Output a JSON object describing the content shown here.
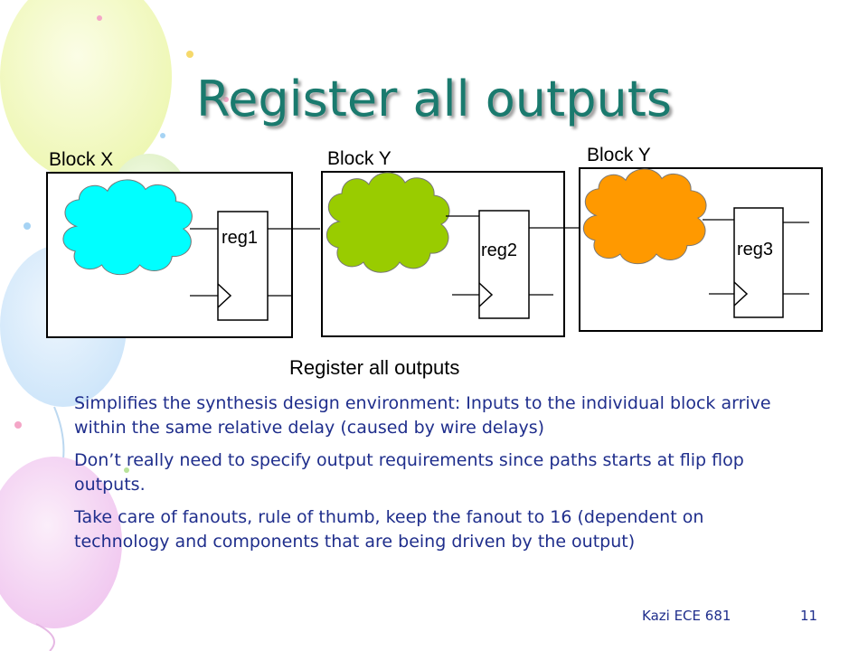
{
  "slide": {
    "title": "Register all outputs",
    "bullets": [
      "Simplifies the synthesis design environment: Inputs to the individual block arrive within the same relative delay (caused by wire delays)",
      "Don’t really need to specify output requirements since paths starts at flip flop outputs.",
      "Take care of fanouts, rule of thumb, keep the fanout to 16 (dependent on technology and components that are being driven by the output)"
    ],
    "footer_left": "Kazi ECE 681",
    "page_number": "11"
  },
  "diagram": {
    "caption": "Register all outputs",
    "blocks": [
      {
        "label": "Block X",
        "register": "reg1",
        "cloud_color": "#00ffff"
      },
      {
        "label": "Block Y",
        "register": "reg2",
        "cloud_color": "#99cc00"
      },
      {
        "label": "Block Y",
        "register": "reg3",
        "cloud_color": "#ff9900"
      }
    ]
  }
}
